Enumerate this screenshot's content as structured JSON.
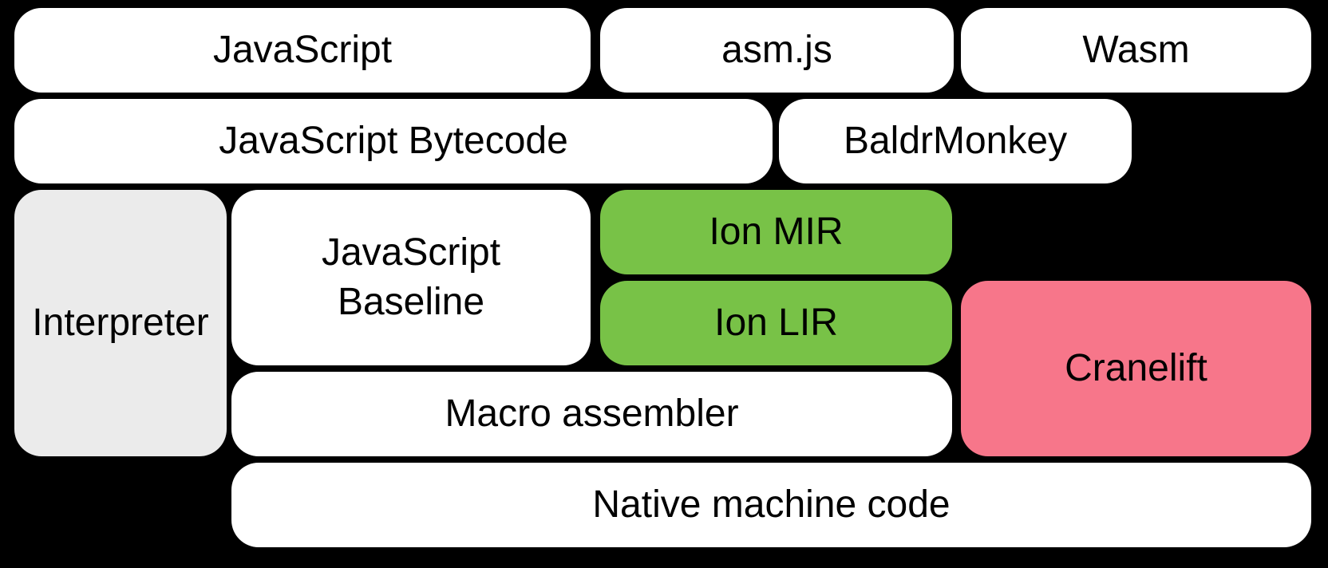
{
  "colors": {
    "background": "#000000",
    "box_white": "#ffffff",
    "box_gray": "#ebebeb",
    "box_green": "#78c247",
    "box_pink": "#f7768a",
    "text": "#000000"
  },
  "boxes": {
    "javascript": {
      "label": "JavaScript"
    },
    "asmjs": {
      "label": "asm.js"
    },
    "wasm": {
      "label": "Wasm"
    },
    "js_bytecode": {
      "label": "JavaScript Bytecode"
    },
    "baldrmonkey": {
      "label": "BaldrMonkey"
    },
    "interpreter": {
      "label": "Interpreter"
    },
    "js_baseline": {
      "lines": [
        "JavaScript",
        "Baseline"
      ]
    },
    "ion_mir": {
      "label": "Ion MIR"
    },
    "ion_lir": {
      "label": "Ion LIR"
    },
    "cranelift": {
      "label": "Cranelift"
    },
    "macro_assembler": {
      "label": "Macro assembler"
    },
    "native_machine_code": {
      "label": "Native machine code"
    }
  }
}
